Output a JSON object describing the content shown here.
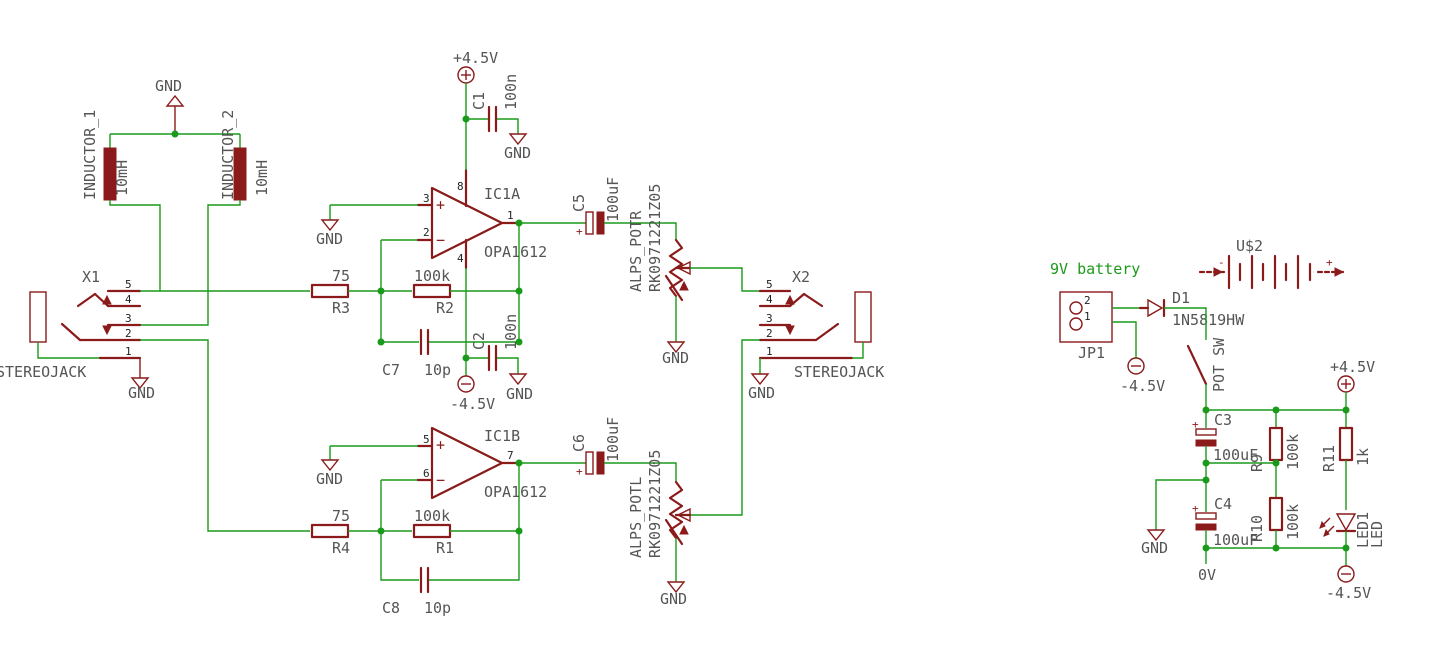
{
  "colors": {
    "wire": "#1a9a1a",
    "symbol": "#8b1a1a",
    "text": "#555555",
    "green_label": "#1a9a1a"
  },
  "labels": {
    "gnd": "GND",
    "pos_rail": "+4.5V",
    "neg_rail": "-4.5V",
    "zero_v": "0V",
    "inductor1_name": "INDUCTOR_1",
    "inductor2_name": "INDUCTOR_2",
    "inductor_value": "10mH",
    "x1": "X1",
    "x2": "X2",
    "stereojack": "STEREOJACK",
    "c1": "C1",
    "c1_value": "100n",
    "c2": "C2",
    "c2_value": "100n",
    "c5": "C5",
    "c6": "C6",
    "c5_value": "100uF",
    "c7": "C7",
    "c8": "C8",
    "c7_value": "10p",
    "r1": "R1",
    "r2": "R2",
    "r3": "R3",
    "r4": "R4",
    "r_fb_value": "100k",
    "r_in_value": "75",
    "ic1a": "IC1A",
    "ic1b": "IC1B",
    "opamp": "OPA1612",
    "potr_name": "ALPS_POTR",
    "potl_name": "ALPS_POTL",
    "pot_part": "RK0971221Z05",
    "battery_label": "9V battery",
    "us2": "U$2",
    "jp1": "JP1",
    "d1": "D1",
    "d1_part": "1N5819HW",
    "pot_sw": "POT SW",
    "c3": "C3",
    "c4": "C4",
    "c34_value": "100uF",
    "r9": "R9",
    "r10": "R10",
    "r11": "R11",
    "r11_value": "1k",
    "led1": "LED1",
    "led": "LED"
  },
  "pins": {
    "jack": [
      "5",
      "4",
      "3",
      "2",
      "1"
    ],
    "op_a": [
      "3",
      "2",
      "1",
      "8",
      "4"
    ],
    "op_b": [
      "5",
      "6",
      "7"
    ],
    "jp": [
      "2",
      "1"
    ]
  }
}
